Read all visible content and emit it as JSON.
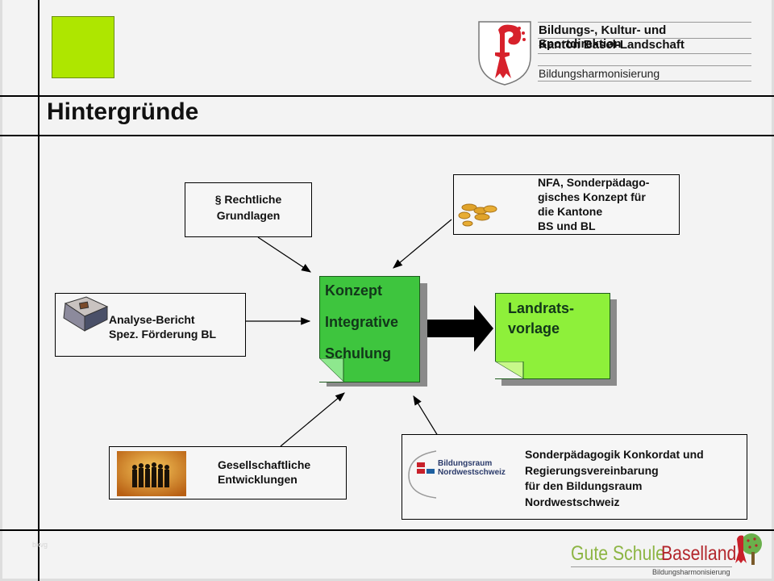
{
  "header": {
    "department_line1": "Bildungs-, Kultur- und Sportdirektion",
    "department_line2": "Kanton Basel-Landschaft",
    "subtitle": "Bildungsharmonisierung"
  },
  "slide": {
    "title": "Hintergründe",
    "footer_faint": "bkvg"
  },
  "diagram": {
    "center": {
      "lines": [
        "Konzept",
        "Integrative",
        "Schulung"
      ],
      "color": "#3ec53e"
    },
    "output": {
      "lines": [
        "Landrats-",
        "vorlage"
      ],
      "color": "#8ef03a"
    },
    "inputs": [
      {
        "id": "rechtliche",
        "lines": [
          "§ Rechtliche",
          "Grundlagen"
        ]
      },
      {
        "id": "nfa",
        "lines": [
          "NFA, Sonderpädago-",
          "gisches Konzept für",
          "die Kantone",
          "BS und BL"
        ],
        "icon": "coins-icon"
      },
      {
        "id": "analyse",
        "lines": [
          "Analyse-Bericht",
          "Spez. Förderung BL"
        ],
        "icon": "book-icon"
      },
      {
        "id": "gesellschaft",
        "lines": [
          "Gesellschaftliche",
          "Entwicklungen"
        ],
        "icon": "people-silhouette-icon"
      },
      {
        "id": "konkordat",
        "lines": [
          "Sonderpädagogik Konkordat und",
          "Regierungsvereinbarung",
          "für den Bildungsraum",
          "Nordwestschweiz"
        ],
        "icon": "bildungsraum-logo",
        "logo_text": [
          "Bildungsraum",
          "Nordwestschweiz"
        ]
      }
    ]
  },
  "footer": {
    "brand_part1": "Gute Schule",
    "brand_part2": "Baselland",
    "brand_sub": "Bildungsharmonisierung",
    "colors": {
      "part1": "#8db544",
      "part2": "#b3272d"
    }
  }
}
